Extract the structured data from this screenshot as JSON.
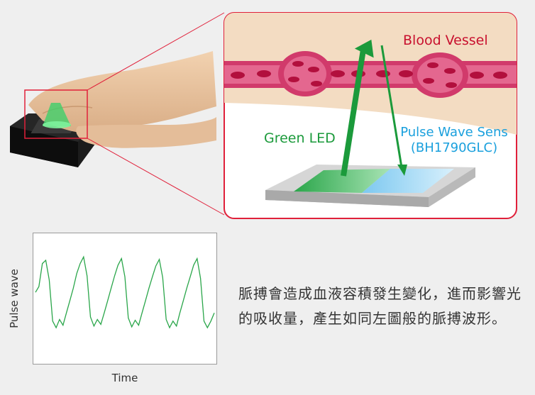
{
  "labels": {
    "blood_vessel": "Blood Vessel",
    "green_led": "Green LED",
    "sensor_line1": "Pulse Wave Sens",
    "sensor_line2": "(BH1790GLC)"
  },
  "description": "脈搏會造成血液容積發生變化，進而影響光的吸收量，產生如同左圖般的脈搏波形。",
  "colors": {
    "background": "#efefef",
    "panel_border": "#e0203a",
    "vessel": "#d13a6b",
    "green_led": "#1b9a3b",
    "sensor_blue": "#1aa0dd",
    "wave": "#2aa64a"
  },
  "chart_data": {
    "type": "line",
    "xlabel": "Time",
    "ylabel": "Pulse wave",
    "series": [
      {
        "values": [
          0.55,
          0.62,
          0.9,
          0.94,
          0.7,
          0.2,
          0.12,
          0.22,
          0.15,
          0.3,
          0.45,
          0.6,
          0.78,
          0.9,
          0.98,
          0.75,
          0.25,
          0.14,
          0.22,
          0.16,
          0.3,
          0.45,
          0.6,
          0.75,
          0.88,
          0.96,
          0.74,
          0.24,
          0.13,
          0.21,
          0.15,
          0.3,
          0.45,
          0.6,
          0.74,
          0.87,
          0.95,
          0.73,
          0.22,
          0.12,
          0.2,
          0.14,
          0.3,
          0.45,
          0.6,
          0.74,
          0.88,
          0.96,
          0.72,
          0.2,
          0.12,
          0.2,
          0.3
        ]
      }
    ]
  }
}
